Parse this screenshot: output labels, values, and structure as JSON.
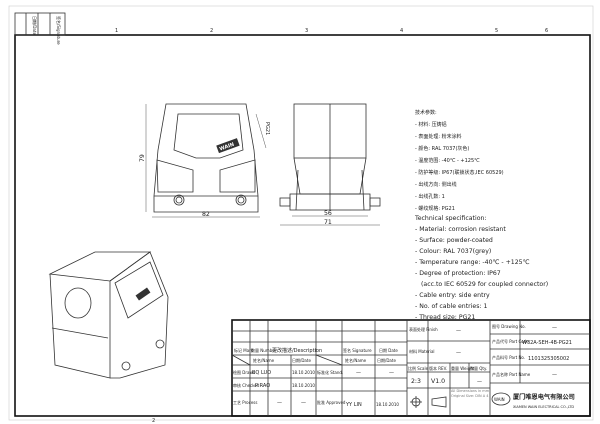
{
  "frame": {
    "columns": [
      "1",
      "2",
      "3",
      "4",
      "5",
      "6"
    ],
    "corner_labels": [
      "日期/Date",
      "签名/Signature"
    ]
  },
  "views": {
    "front": {
      "dim_width": "82",
      "dim_height": "79",
      "thread_label": "PG21",
      "logo": "WAIN"
    },
    "side": {
      "dim_inner": "56",
      "dim_outer": "71"
    }
  },
  "specs_cn": {
    "title": "技术参数:",
    "items": [
      "- 材料: 压铸铝",
      "- 表面处理: 粉末涂料",
      "- 颜色: RAL 7037(灰色)",
      "- 温度范围: -40℃ - +125℃",
      "- 防护等级: IP67(联锁状态,IEC 60529)",
      "- 出线方向: 侧出线",
      "- 出线孔数: 1",
      "- 螺纹规格: PG21"
    ]
  },
  "specs_en": {
    "title": "Technical specification:",
    "items": [
      "- Material: corrosion resistant",
      "- Surface: powder-coated",
      "- Colour: RAL 7037(grey)",
      "- Temperature range: -40℃ - +125℃",
      "- Degree of protection: IP67",
      "  (acc.to IEC 60529 for coupled connector)",
      "- Cable entry: side entry",
      "- No. of cable entries: 1",
      "- Thread size: PG21"
    ]
  },
  "title_block": {
    "mark": "标记 Mark",
    "number": "数量 Number",
    "description": "更改描述/Description",
    "signature": "签名 Signature",
    "date": "日期 Date",
    "name_hdr": "姓名/Name",
    "date_hdr": "日期/Date",
    "name_hdr2": "姓名/Name",
    "date_hdr2": "日期/Date",
    "drawn": "绘图 Drawn",
    "drawn_name": "BQ LUO",
    "drawn_date": "18.10.2010",
    "checked": "审核 Checked",
    "checked_name": "P RAO",
    "checked_date": "18.10.2010",
    "process": "工艺 Process",
    "process_name": "—",
    "process_date": "—",
    "stand": "标准化 Stand.",
    "stand_sig": "—",
    "stand_date": "—",
    "approved": "批准 Approved",
    "approved_name": "YY LIN",
    "approved_date": "18.10.2010",
    "finish": "表面处理 Finish",
    "finish_val": "—",
    "material": "材料 Material",
    "material_val": "—",
    "scale": "比例 Scale",
    "scale_val": "2:3",
    "rev": "版本 REV.",
    "rev_val": "V1.0",
    "weight": "重量 Weight",
    "weight_val": "",
    "qty": "数量 Qty.",
    "qty_val": "—",
    "dims_note": "All Dimensions in mm  Original Size: DIN A 4",
    "drawing_no": "图号 Drawing No.",
    "drawing_no_val": "—",
    "part_code": "产品代号 Part Code",
    "part_code_val": "W32A-SEH-4B-PG21",
    "part_no": "产品料号 Part No.",
    "part_no_val": "1101325305002",
    "part_name": "产品名称 Part Name",
    "part_name_val": "—",
    "company_logo": "WAIN",
    "company_cn": "厦门唯恩电气有限公司",
    "company_en": "XIAMEN WAIN ELECTRICAL CO.,LTD"
  }
}
